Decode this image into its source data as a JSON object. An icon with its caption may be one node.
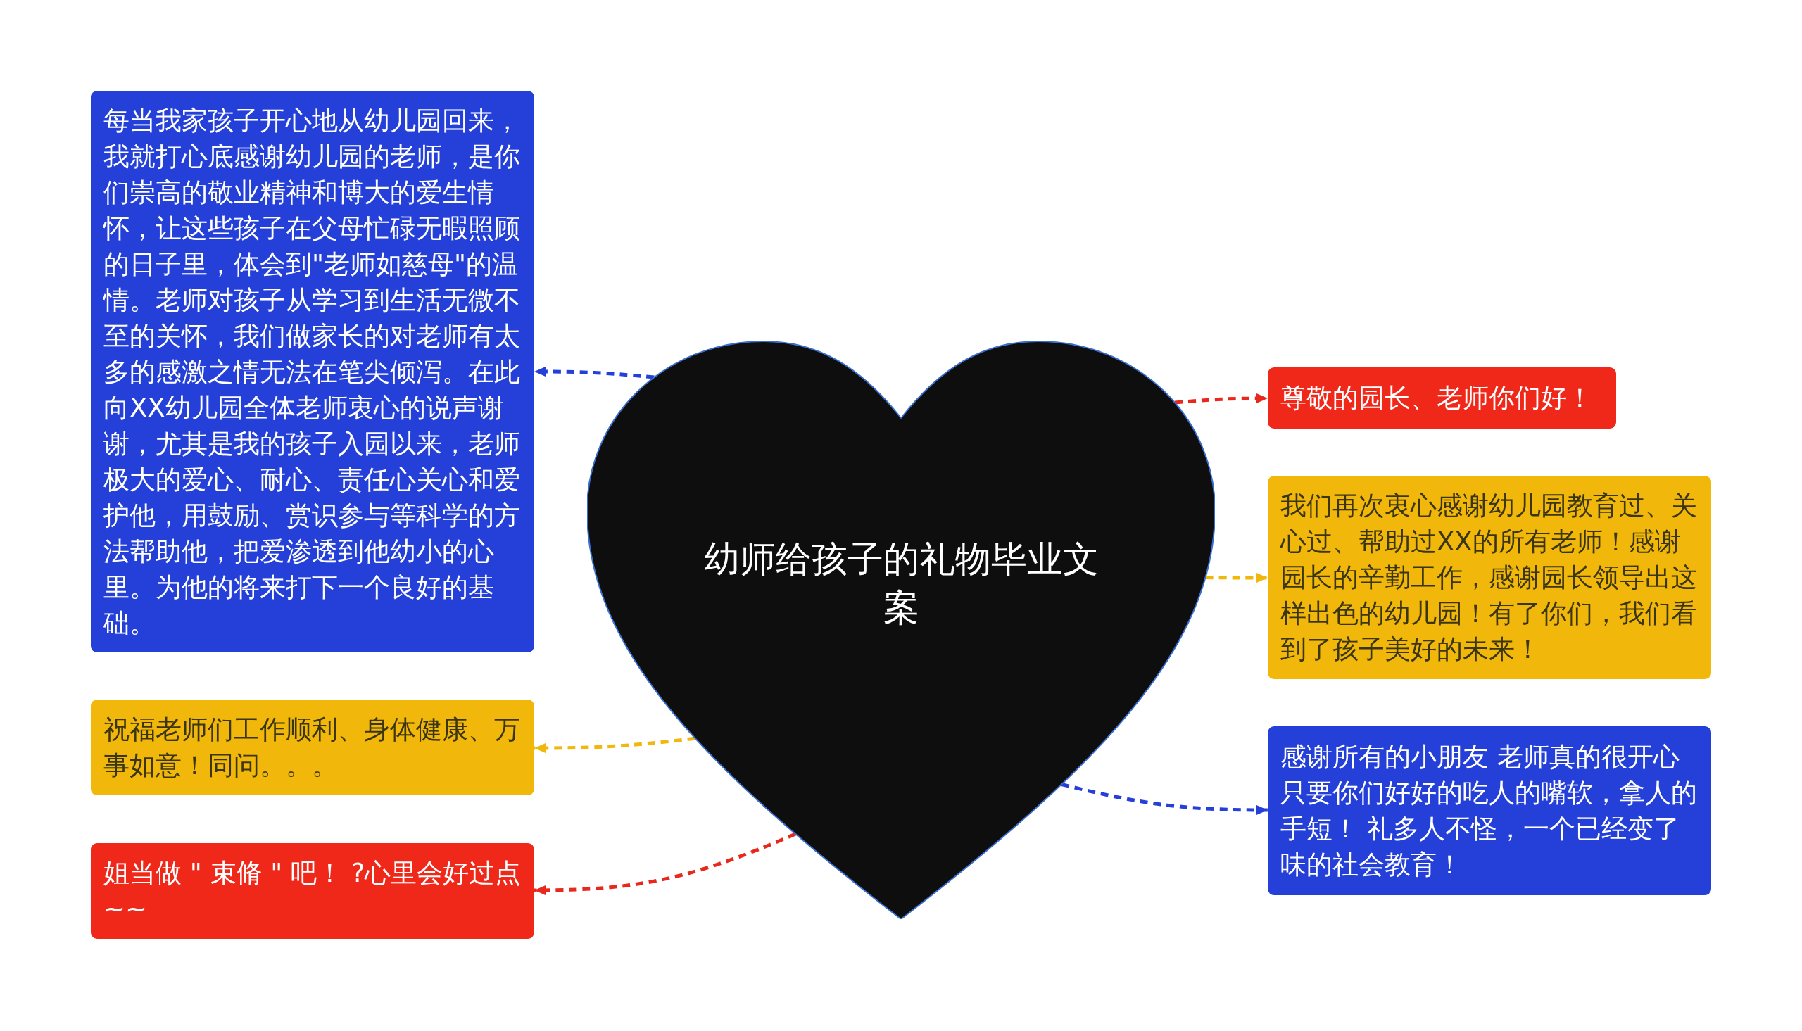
{
  "diagram": {
    "nodes": [
      {
        "text": [
          "幼师给孩子的礼物毕业文案"
        ]
      },
      {
        "text": [
          "每当我家孩子开心地从幼儿园回来，我就打心底感谢幼儿园的老师，是你们崇高的敬业精神和博大的爱生情怀，让这些孩子在父母忙碌无暇照顾的日子里，体会到\"老师如慈母\"的温情。老师对孩子从学习到生活无微不至的关怀，我们做家长的对老师有太多的感激之情无法在笔尖倾泻。在此向XX幼儿园全体老师衷心的说声谢谢，尤其是我的孩子入园以来，老师极大的爱心、耐心、责任心关心和爱护他，用鼓励、赏识参与等科学的方法帮助他，把爱渗透到他幼小的心里。为他的将来打下一个良好的基础。"
        ]
      },
      {
        "text": [
          "尊敬的园长、老师你们好！"
        ]
      },
      {
        "text": [
          "我们再次衷心感谢幼儿园教育过、关心过、帮助过XX的所有老师！感谢园长的辛勤工作，感谢园长领导出这样出色的幼儿园！有了你们，我们看到了孩子美好的未来！"
        ]
      },
      {
        "text": [
          "祝福老师们工作顺利、身体健康、万事如意！同问。。。"
        ]
      },
      {
        "text": [
          "感谢所有的小朋友 老师真的很开心只要你们好好的吃人的嘴软，拿人的手短！ 礼多人不怪，一个已经变了味的社会教育！"
        ]
      },
      {
        "text": [
          "姐当做 \" 束脩 \" 吧！ ?心里会好过点 ~~"
        ]
      }
    ],
    "edges": [
      {
        "from": 0,
        "to": 1,
        "arrow": "to",
        "style": "dashed",
        "color": "#2540d8"
      },
      {
        "from": 0,
        "to": 2,
        "arrow": "to",
        "style": "dashed",
        "color": "#e8281c"
      },
      {
        "from": 0,
        "to": 3,
        "arrow": "to",
        "style": "dashed",
        "color": "#f0b70c"
      },
      {
        "from": 0,
        "to": 4,
        "arrow": "to",
        "style": "dashed",
        "color": "#f0b70c"
      },
      {
        "from": 0,
        "to": 5,
        "arrow": "to",
        "style": "dashed",
        "color": "#2540d8"
      },
      {
        "from": 0,
        "to": 6,
        "arrow": "to",
        "style": "dashed",
        "color": "#e8281c"
      }
    ]
  }
}
